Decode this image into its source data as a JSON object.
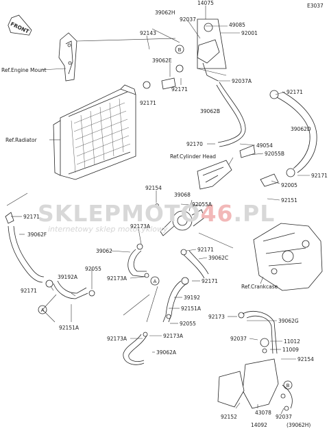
{
  "diagram_code": "E3037",
  "front_label": "FRONT",
  "watermark": {
    "text_a": "SKLEPMOTO",
    "text_b": "46",
    "text_c": ".PL",
    "subtitle": "internetowy sklep motocyklowy"
  },
  "references": {
    "engine_mount": "Ref.Engine Mount",
    "radiator": "Ref.Radiator",
    "cylinder_head": "Ref.Cylinder Head",
    "crankcase": "Ref.Crankcase"
  },
  "callouts": {
    "a": "A",
    "b": "B"
  },
  "parts": [
    {
      "id": "p1",
      "label": "14075"
    },
    {
      "id": "p2",
      "label": "39062H"
    },
    {
      "id": "p3",
      "label": "92037"
    },
    {
      "id": "p4",
      "label": "49085"
    },
    {
      "id": "p5",
      "label": "92143"
    },
    {
      "id": "p6",
      "label": "92001"
    },
    {
      "id": "p7",
      "label": "39062E"
    },
    {
      "id": "p8",
      "label": "92171"
    },
    {
      "id": "p9",
      "label": "92037A"
    },
    {
      "id": "p10",
      "label": "92171"
    },
    {
      "id": "p11",
      "label": "92171"
    },
    {
      "id": "p12",
      "label": "39062B"
    },
    {
      "id": "p13",
      "label": "39062D"
    },
    {
      "id": "p14",
      "label": "92170"
    },
    {
      "id": "p15",
      "label": "49054"
    },
    {
      "id": "p16",
      "label": "92055B"
    },
    {
      "id": "p17",
      "label": "92171"
    },
    {
      "id": "p18",
      "label": "92154"
    },
    {
      "id": "p19",
      "label": "39068"
    },
    {
      "id": "p20",
      "label": "92005"
    },
    {
      "id": "p21",
      "label": "92055A"
    },
    {
      "id": "p22",
      "label": "92151"
    },
    {
      "id": "p23",
      "label": "92171"
    },
    {
      "id": "p24",
      "label": "39062F"
    },
    {
      "id": "p25",
      "label": "92173A"
    },
    {
      "id": "p26",
      "label": "39062"
    },
    {
      "id": "p27",
      "label": "92171"
    },
    {
      "id": "p28",
      "label": "39062C"
    },
    {
      "id": "p29",
      "label": "92173A"
    },
    {
      "id": "p30",
      "label": "92171"
    },
    {
      "id": "p31",
      "label": "92055"
    },
    {
      "id": "p32",
      "label": "39192A"
    },
    {
      "id": "p33",
      "label": "92171"
    },
    {
      "id": "p34",
      "label": "39192"
    },
    {
      "id": "p35",
      "label": "92151A"
    },
    {
      "id": "p36",
      "label": "92055"
    },
    {
      "id": "p37",
      "label": "92173A"
    },
    {
      "id": "p38",
      "label": "92173"
    },
    {
      "id": "p39",
      "label": "39062G"
    },
    {
      "id": "p40",
      "label": "92151A"
    },
    {
      "id": "p41",
      "label": "92173A"
    },
    {
      "id": "p42",
      "label": "39062A"
    },
    {
      "id": "p43",
      "label": "92037"
    },
    {
      "id": "p44",
      "label": "11012"
    },
    {
      "id": "p45",
      "label": "11009"
    },
    {
      "id": "p46",
      "label": "92154"
    },
    {
      "id": "p47",
      "label": "43078"
    },
    {
      "id": "p48",
      "label": "92152"
    },
    {
      "id": "p49",
      "label": "14092"
    },
    {
      "id": "p50",
      "label": "92037"
    },
    {
      "id": "p51",
      "label": "(39062H)"
    }
  ]
}
